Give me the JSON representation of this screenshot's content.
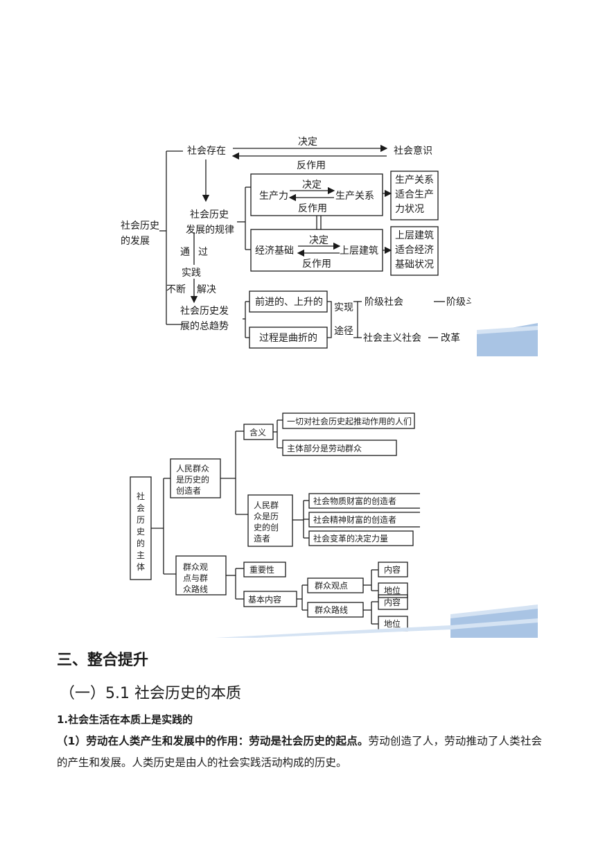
{
  "diagram1": {
    "root": "社会历史的发展",
    "social_existence": "社会存在",
    "social_consciousness": "社会意识",
    "decides": "决定",
    "reacts": "反作用",
    "law_label": "社会历史发展的规律",
    "productive_forces": "生产力",
    "relations_of_production": "生产关系",
    "law1_result": "生产关系适合生产力状况",
    "economic_base": "经济基础",
    "superstructure": "上层建筑",
    "law2_result": "上层建筑适合经济基础状况",
    "through": "通过",
    "practice": "实践",
    "continually": "不断",
    "resolve": "解决",
    "trend": "社会历史发展的总趋势",
    "trend_forward": "前进的、上升的",
    "trend_process": "过程是曲折的",
    "realize": "实现",
    "path": "途径",
    "class_society": "阶级社会",
    "class_struggle": "阶级斗争",
    "socialist_society": "社会主义社会",
    "reform": "改革"
  },
  "diagram2": {
    "root": "社会历史的主体",
    "masses_creators": "人民群众是历史的创造者",
    "meaning": "含义",
    "meaning_1": "一切对社会历史起推动作用的人们",
    "meaning_2": "主体部分是劳动群众",
    "masses_creators_2": "人民群众是历史的创造者",
    "creator_material": "社会物质财富的创造者",
    "creator_spiritual": "社会精神财富的创造者",
    "creator_change": "社会变革的决定力量",
    "mass_view_line": "群众观点与群众路线",
    "importance": "重要性",
    "basic_content": "基本内容",
    "mass_view": "群众观点",
    "mass_line": "群众路线",
    "content": "内容",
    "status": "地位"
  },
  "section": {
    "heading": "三、整合提升",
    "subheading": "（一）5.1 社会历史的本质",
    "item1": "1.社会生活在本质上是实践的",
    "para_prefix": "（1）劳动在人类产生和发展中的作用：劳动是社会历史的起点。",
    "para_rest": "劳动创造了人，劳动推动了人类社会的产生和发展。人类历史是由人的社会实践活动构成的历史。"
  },
  "colors": {
    "accent_blue": "#a9c4e4",
    "accent_blue_light": "#d5e3f3",
    "line": "#1a1a1a"
  }
}
